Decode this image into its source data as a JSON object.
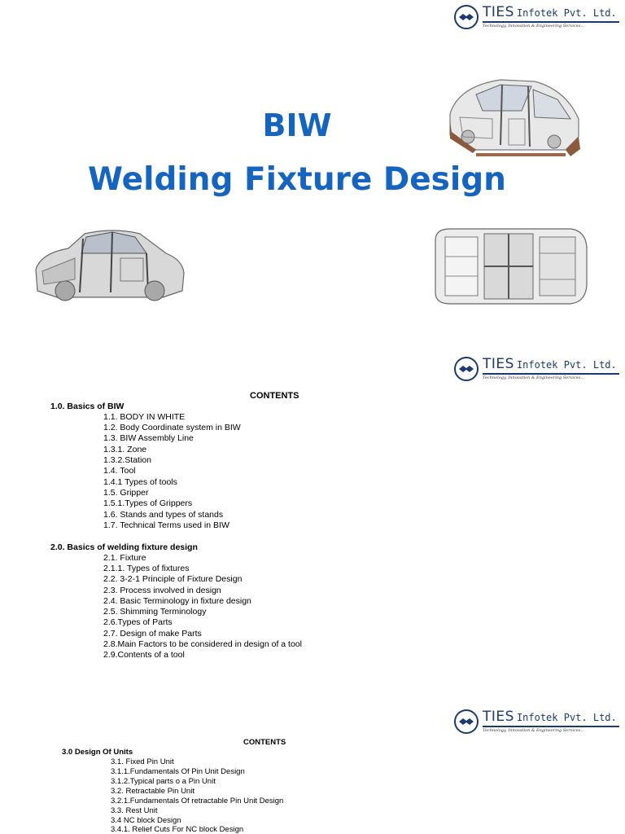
{
  "logo": {
    "name_main": "TIES",
    "name_rest": "Infotek Pvt. Ltd.",
    "tagline": "Technology, Innovation & Engineering Services..."
  },
  "cover": {
    "title_line1": "BIW",
    "title_line2": "Welding Fixture Design"
  },
  "toc_page1": {
    "heading": "CONTENTS",
    "section1": {
      "title": "1.0. Basics of BIW",
      "items": [
        "1.1. BODY IN WHITE",
        "1.2. Body Coordinate system in BIW",
        "1.3. BIW Assembly Line",
        "1.3.1. Zone",
        "1.3.2.Station",
        "1.4. Tool",
        "1.4.1 Types of tools",
        "1.5. Gripper",
        "1.5.1.Types of Grippers",
        "1.6. Stands and types of stands",
        "1.7. Technical Terms used in BIW"
      ]
    },
    "section2": {
      "title": "2.0. Basics of welding fixture design",
      "items": [
        "2.1. Fixture",
        "2.1.1. Types of fixtures",
        "2.2. 3-2-1 Principle of Fixture Design",
        "2.3. Process involved in design",
        "2.4. Basic Terminology in fixture design",
        "2.5. Shimming Terminology",
        "2.6.Types of Parts",
        "2.7. Design of  make Parts",
        "2.8.Main Factors to be considered in design of a tool",
        "2.9.Contents of a tool"
      ]
    }
  },
  "toc_page2": {
    "heading": "CONTENTS",
    "section3": {
      "title": "3.0 Design Of Units",
      "items": [
        "3.1.  Fixed Pin Unit",
        "3.1.1.Fundamentals Of Pin Unit Design",
        "3.1.2.Typical parts o a Pin Unit",
        "3.2. Retractable Pin Unit",
        "3.2.1.Fundamentals Of  retractable Pin Unit Design",
        "3.3. Rest Unit",
        "3.4 NC block Design",
        "3.4.1. Relief Cuts For NC block Design"
      ]
    }
  },
  "colors": {
    "title_blue": "#1565c0",
    "logo_navy": "#1c3a6e"
  },
  "images": [
    "car-body-3d-top-right",
    "car-body-side-left",
    "car-body-top-view"
  ]
}
